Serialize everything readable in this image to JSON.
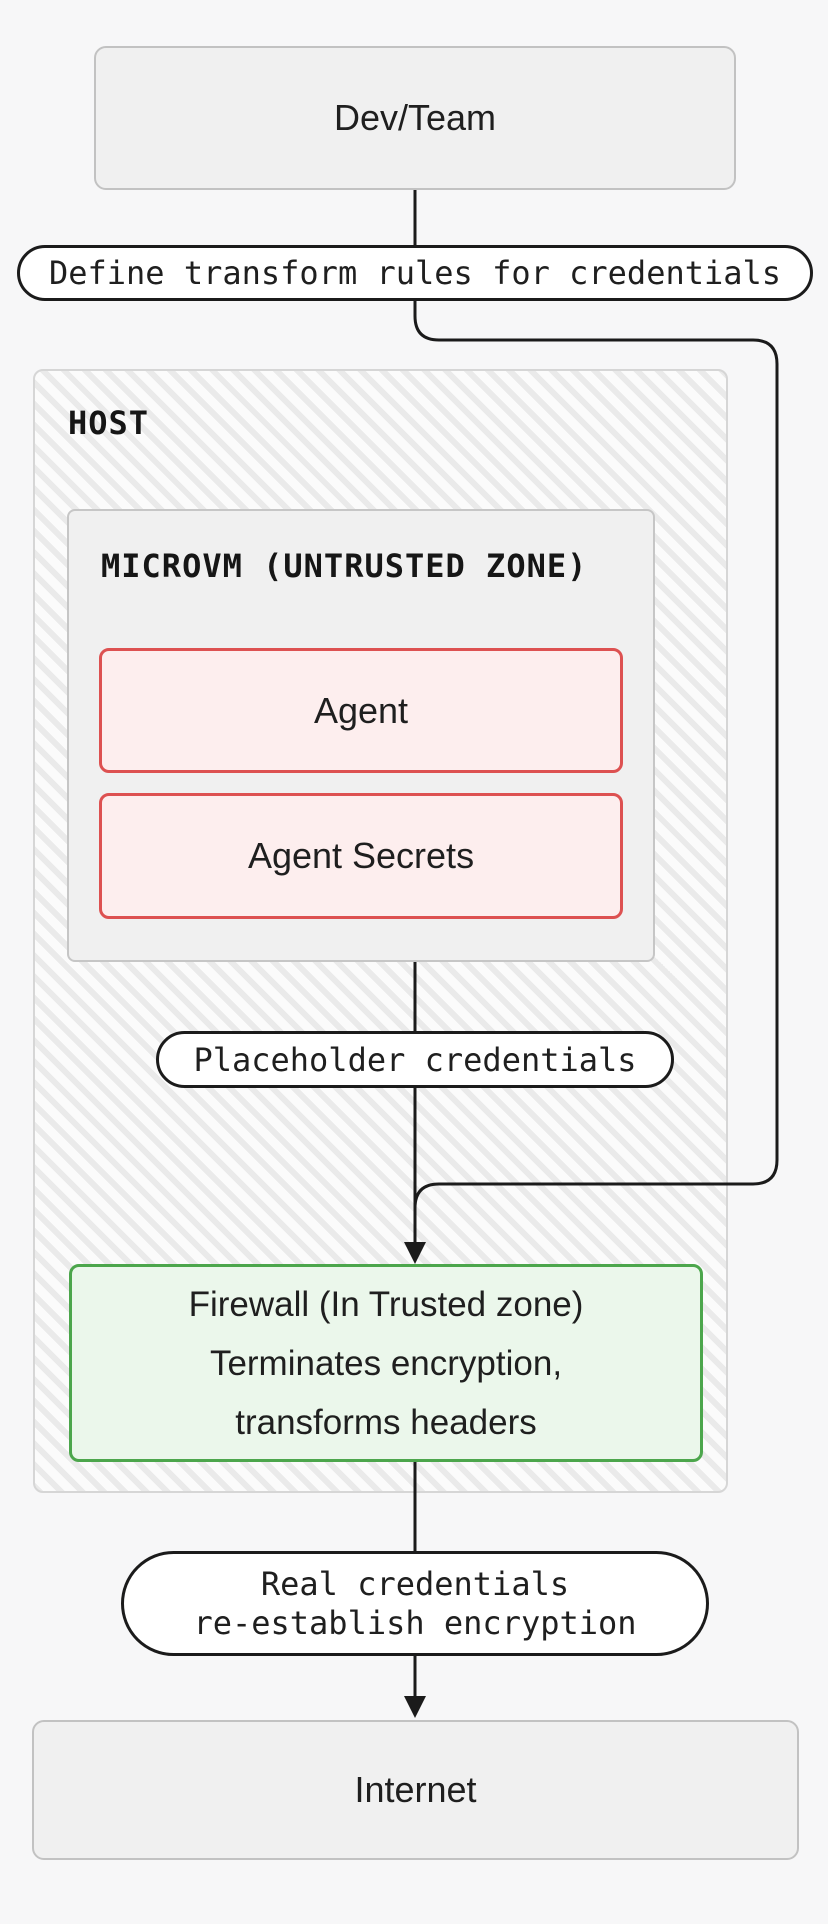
{
  "nodes": {
    "dev_team": {
      "label": "Dev/Team"
    },
    "host": {
      "label": "HOST"
    },
    "microvm": {
      "label": "MICROVM (UNTRUSTED ZONE)"
    },
    "agent": {
      "label": "Agent"
    },
    "agent_secrets": {
      "label": "Agent Secrets"
    },
    "firewall": {
      "label": "Firewall (In Trusted zone)\nTerminates encryption,\ntransforms headers"
    },
    "internet": {
      "label": "Internet"
    }
  },
  "edge_labels": {
    "define_rules": {
      "label": "Define transform rules for credentials"
    },
    "placeholder_credentials": {
      "label": "Placeholder credentials"
    },
    "real_credentials": {
      "label": "Real credentials\nre-establish encryption"
    }
  },
  "colors": {
    "page_bg": "#f7f7f8",
    "node_fill": "#f0f0f0",
    "node_border": "#c2c2c2",
    "host_fill": "#fbfbfb",
    "host_hatch": "#eaeaea",
    "host_border": "#d6d6d6",
    "microvm_fill": "#f0f0f0",
    "microvm_border": "#c6c6c6",
    "untrusted_fill": "#fdeeee",
    "untrusted_border": "#dd5151",
    "trusted_fill": "#ebf7eb",
    "trusted_border": "#4ca64c",
    "line": "#1b1b1b",
    "pill_fill": "#ffffff",
    "text": "#1f1f1f"
  }
}
